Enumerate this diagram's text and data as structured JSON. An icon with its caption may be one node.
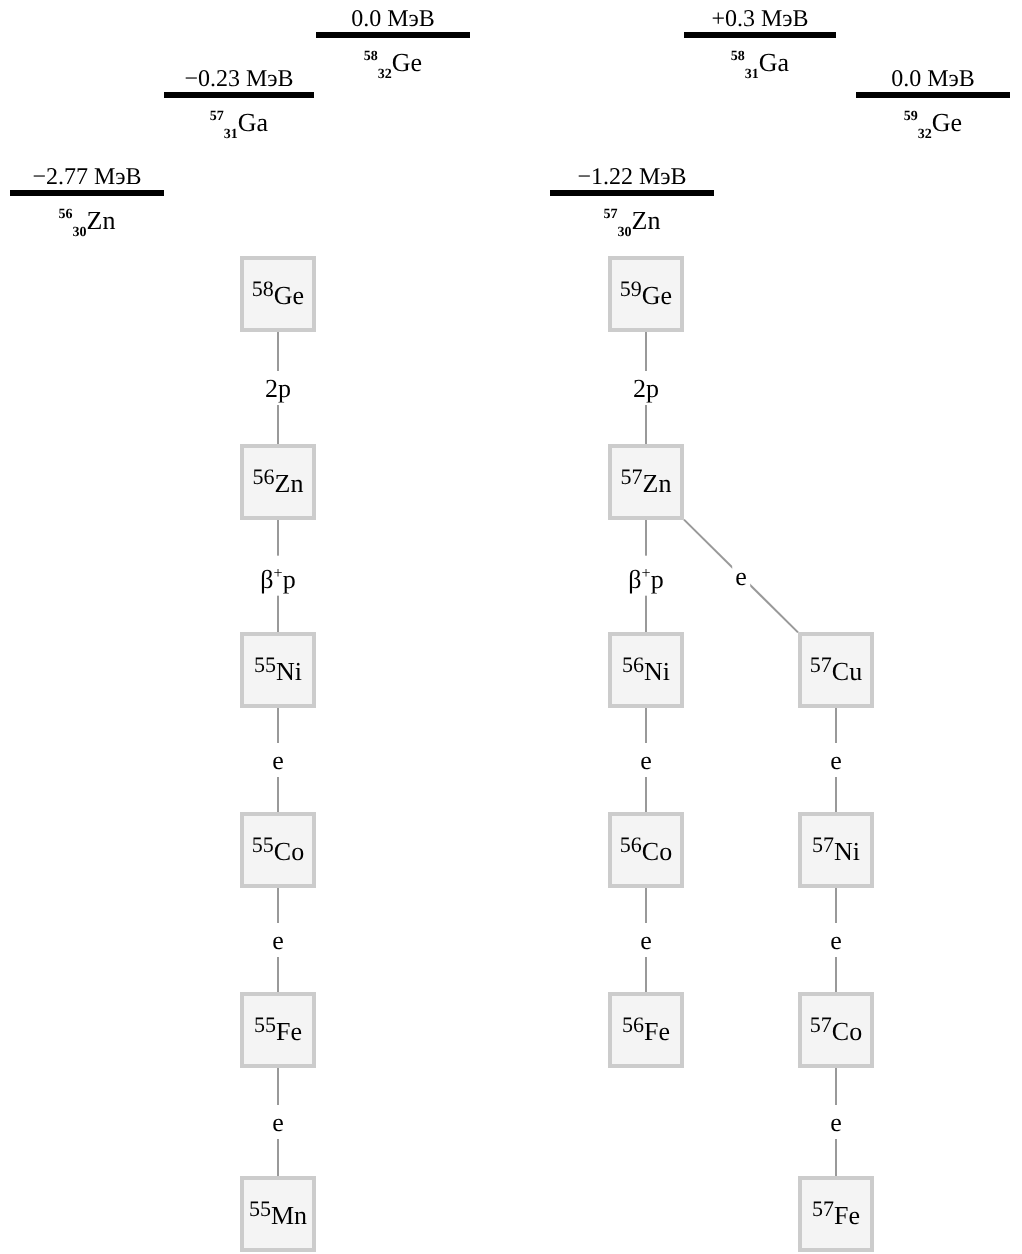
{
  "diagram": {
    "nodes": [
      {
        "text": [
          "0.0 МэВ",
          "$^{58}$$_{32}$Ge"
        ]
      },
      {
        "text": [
          "+0.3 МэВ",
          "$^{58}$$_{31}$Ga"
        ]
      },
      {
        "text": [
          "−0.23 МэВ",
          "$^{57}$$_{31}$Ga"
        ]
      },
      {
        "text": [
          "0.0 МэВ",
          "$^{59}$$_{32}$Ge"
        ]
      },
      {
        "text": [
          "−2.77 МэВ",
          "$^{56}$$_{30}$Zn"
        ]
      },
      {
        "text": [
          "−1.22 МэВ",
          "$^{57}$$_{30}$Zn"
        ]
      },
      {
        "text": [
          "$^{58}$Ge"
        ]
      },
      {
        "text": [
          "$^{59}$Ge"
        ]
      },
      {
        "text": [
          "$^{56}$Zn"
        ]
      },
      {
        "text": [
          "$^{57}$Zn"
        ]
      },
      {
        "text": [
          "$^{55}$Ni"
        ]
      },
      {
        "text": [
          "$^{56}$Ni"
        ]
      },
      {
        "text": [
          "$^{57}$Cu"
        ]
      },
      {
        "text": [
          "$^{55}$Co"
        ]
      },
      {
        "text": [
          "$^{56}$Co"
        ]
      },
      {
        "text": [
          "$^{57}$Ni"
        ]
      },
      {
        "text": [
          "$^{55}$Fe"
        ]
      },
      {
        "text": [
          "$^{56}$Fe"
        ]
      },
      {
        "text": [
          "$^{57}$Co"
        ]
      },
      {
        "text": [
          "$^{55}$Mn"
        ]
      },
      {
        "text": [
          "$^{57}$Fe"
        ]
      }
    ],
    "edges": [
      {
        "from": 6,
        "to": 8,
        "arrow": "none",
        "label": "2p"
      },
      {
        "from": 8,
        "to": 10,
        "arrow": "none",
        "label": "β$^{+}$p"
      },
      {
        "from": 10,
        "to": 13,
        "arrow": "none",
        "label": "e"
      },
      {
        "from": 13,
        "to": 16,
        "arrow": "none",
        "label": "e"
      },
      {
        "from": 16,
        "to": 19,
        "arrow": "none",
        "label": "e"
      },
      {
        "from": 7,
        "to": 9,
        "arrow": "none",
        "label": "2p"
      },
      {
        "from": 9,
        "to": 11,
        "arrow": "none",
        "label": "β$^{+}$p"
      },
      {
        "from": 9,
        "to": 12,
        "arrow": "none",
        "label": "e"
      },
      {
        "from": 11,
        "to": 14,
        "arrow": "none",
        "label": "e"
      },
      {
        "from": 14,
        "to": 17,
        "arrow": "none",
        "label": "e"
      },
      {
        "from": 12,
        "to": 15,
        "arrow": "none",
        "label": "e"
      },
      {
        "from": 15,
        "to": 18,
        "arrow": "none",
        "label": "e"
      },
      {
        "from": 18,
        "to": 20,
        "arrow": "none",
        "label": "e"
      }
    ]
  }
}
